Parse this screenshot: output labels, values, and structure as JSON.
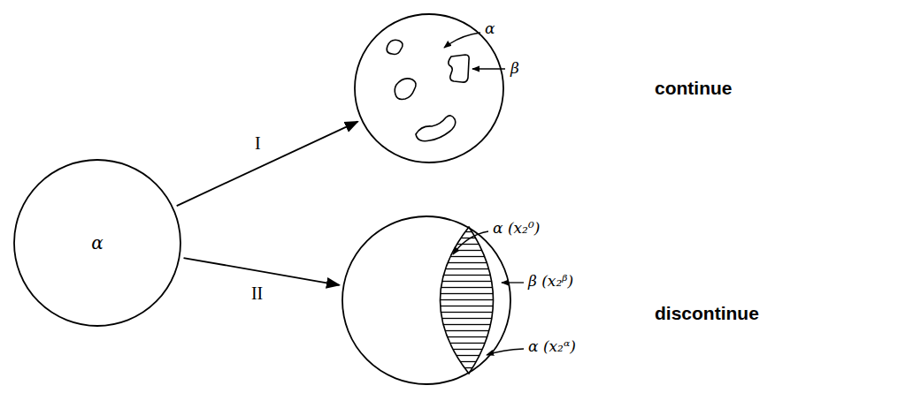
{
  "diagram": {
    "nodes": [
      {
        "text": [
          "α"
        ]
      },
      {
        "text": [
          "continue"
        ]
      },
      {
        "text": [
          "discontinue"
        ]
      }
    ],
    "edges": [
      {
        "from": 0,
        "to": 1,
        "arrow": "to",
        "label": "I"
      },
      {
        "from": 0,
        "to": 2,
        "arrow": "to",
        "label": "II"
      }
    ],
    "labels": [
      "α",
      "β",
      "α (x₂⁰)",
      "β (x₂ᵝ)",
      "α (x₂ᵅ)"
    ]
  }
}
